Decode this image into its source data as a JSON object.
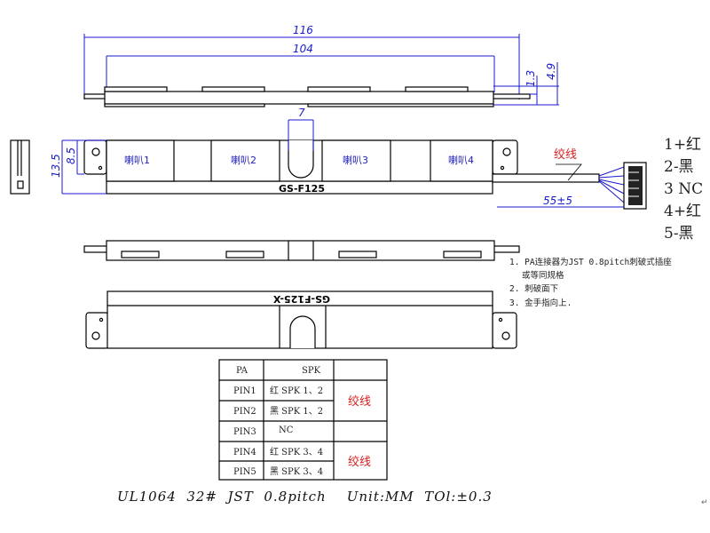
{
  "dimensions": {
    "overall_length": "116",
    "body_length": "104",
    "thickness_small": "1.3",
    "thickness_total": "4.9",
    "height_total": "13.5",
    "height_tab": "8.5",
    "slot_width": "7",
    "cable_length": "55±5"
  },
  "speakers": [
    "喇叭1",
    "喇叭2",
    "喇叭3",
    "喇叭4"
  ],
  "part_number_front": "GS-F125",
  "part_number_back": "GS-F125-X",
  "cable_label": "绞线",
  "pins": [
    "1+红",
    "2-黑",
    "3 NC",
    "4+红",
    "5-黑"
  ],
  "notes": [
    "1. PA连接器为JST 0.8pitch刺破式插座",
    "或等同规格",
    "2. 刺破面下",
    "3. 金手指向上."
  ],
  "table": {
    "headers": [
      "PA",
      "SPK",
      ""
    ],
    "rows": [
      {
        "pin": "PIN1",
        "spk": "红  SPK 1、2"
      },
      {
        "pin": "PIN2",
        "spk": "黑  SPK 1、2"
      },
      {
        "pin": "PIN3",
        "spk": "NC"
      },
      {
        "pin": "PIN4",
        "spk": "红  SPK 3、4"
      },
      {
        "pin": "PIN5",
        "spk": "黑  SPK 3、4"
      }
    ],
    "group_labels": [
      "绞线",
      "绞线"
    ]
  },
  "footer": "UL1064  32#  JST  0.8pitch    Unit:MM  TOl:±0.3",
  "colors": {
    "dimension": "#1a1acc",
    "accent": "#d42020"
  }
}
